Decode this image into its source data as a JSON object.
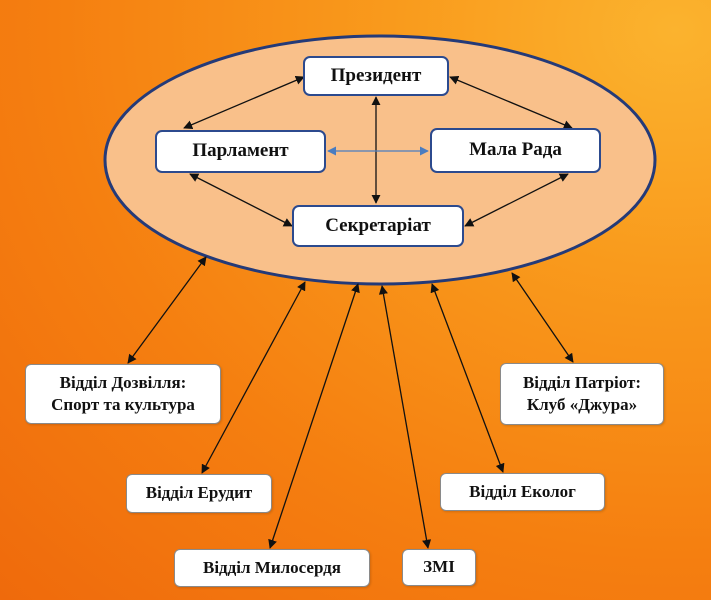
{
  "colors": {
    "ellipse_fill": "#f9c08a",
    "ellipse_stroke": "#243a78",
    "inner_box_border": "#2c4a8e",
    "arrow": "#111111",
    "arrow_blue": "#4a7cc0"
  },
  "core": {
    "president": "Президент",
    "parliament": "Парламент",
    "mala_rada": "Мала Рада",
    "secretariat": "Секретаріат"
  },
  "departments": {
    "leisure": "Відділ Дозвілля:\nСпорт та культура",
    "patriot": "Відділ Патріот:\nКлуб «Джура»",
    "erudyt": "Відділ Ерудит",
    "ecolog": "Відділ Еколог",
    "mercy": "Відділ Милосердя",
    "media": "ЗМІ"
  }
}
